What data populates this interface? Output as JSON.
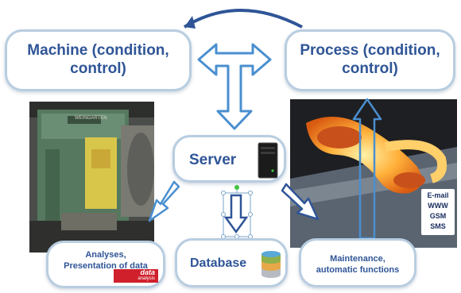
{
  "machine_box": {
    "line1": "Machine (condition,",
    "line2": "control)"
  },
  "process_box": {
    "line1": "Process  (condition,",
    "line2": "control)"
  },
  "server_box": {
    "label": "Server"
  },
  "database_box": {
    "label": "Database"
  },
  "analyses_box": {
    "line1": "Analyses,",
    "line2": "Presentation of data"
  },
  "maintenance_box": {
    "line1": "Maintenance,",
    "line2": "automatic functions"
  },
  "data_logo": {
    "line1": "data",
    "line2": "analysis"
  },
  "channels": [
    "E-mail",
    "WWW",
    "GSM",
    "SMS"
  ],
  "machine_nameplate": "WEINGARTEN",
  "colors": {
    "text": "#2f5597",
    "border": "#b8cde0",
    "arrow": "#4a8fd0",
    "logo": "#d0202c"
  }
}
